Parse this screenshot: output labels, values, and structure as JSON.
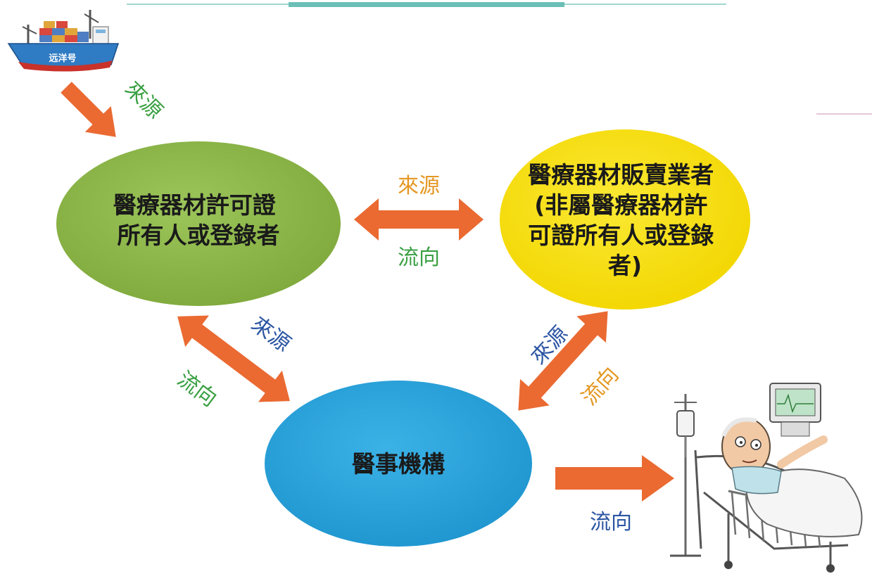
{
  "colors": {
    "green_node": "#8db64a",
    "yellow_node": "#f7e11a",
    "blue_node": "#2ea6dc",
    "arrow": "#ea6a32",
    "label_green": "#3aa043",
    "label_orange": "#e59722",
    "label_blue": "#2b55a3",
    "top_rule": "#6bbfb6"
  },
  "ship": {
    "name_text": "远洋号"
  },
  "nodes": {
    "license_holder": {
      "lines": [
        "醫療器材許可證",
        "所有人或登錄者"
      ]
    },
    "vendor": {
      "lines": [
        "醫療器材販賣業者",
        "(非屬醫療器材許",
        "可證所有人或登錄",
        "者)"
      ]
    },
    "medical_institution": {
      "lines": [
        "醫事機構"
      ]
    }
  },
  "edges": {
    "ship_to_holder": {
      "label": "來源"
    },
    "holder_vendor": {
      "top_label": "來源",
      "bottom_label": "流向"
    },
    "holder_institution": {
      "top_label": "來源",
      "bottom_label": "流向"
    },
    "vendor_institution": {
      "top_label": "來源",
      "bottom_label": "流向"
    },
    "institution_to_patient": {
      "label": "流向"
    }
  },
  "icons": {
    "ship": "cargo-ship-icon",
    "patient": "hospital-patient-icon"
  }
}
